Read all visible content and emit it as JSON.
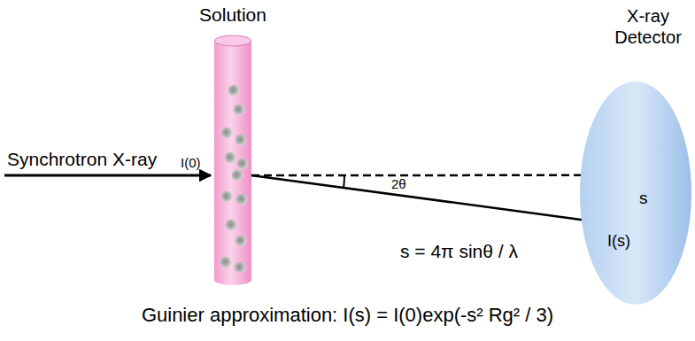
{
  "diagram": {
    "nodes": [
      {
        "text": [
          "Solution"
        ]
      },
      {
        "text": [
          "X-ray Detector"
        ]
      }
    ],
    "edges": [
      {
        "from": 0,
        "to": 1,
        "arrow": "none"
      },
      {
        "from": 0,
        "to": 1,
        "arrow": "none"
      }
    ],
    "labels": [
      "Synchrotron X-ray",
      "I(0)",
      "2θ",
      "s",
      "I(s)",
      "s = 4π sinθ / λ",
      "Guinier approximation: I(s) = I(0)exp(-s² Rg² / 3)"
    ]
  }
}
